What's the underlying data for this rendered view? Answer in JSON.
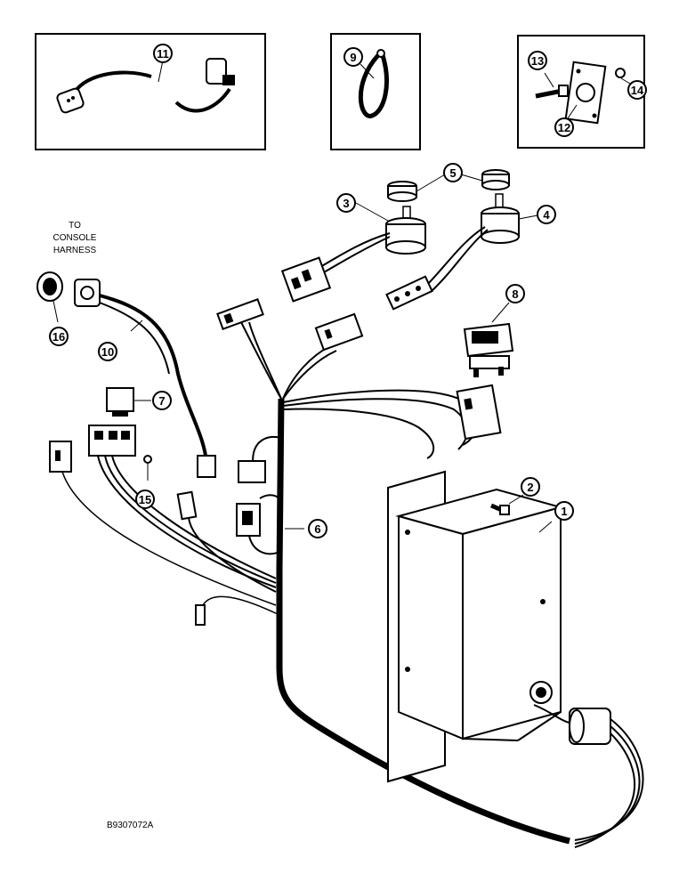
{
  "diagram": {
    "note": [
      "TO",
      "CONSOLE",
      "HARNESS"
    ],
    "figure_code": "B9307072A",
    "callouts": [
      "1",
      "2",
      "3",
      "4",
      "5",
      "6",
      "7",
      "8",
      "9",
      "10",
      "11",
      "12",
      "13",
      "14",
      "15",
      "16"
    ]
  }
}
